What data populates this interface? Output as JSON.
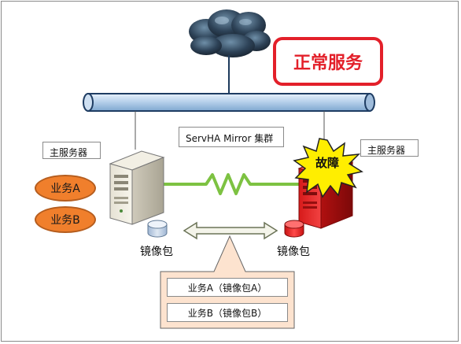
{
  "status_text": "正常服务",
  "cluster_label": "ServHA Mirror 集群",
  "left_server_label": "主服务器",
  "right_server_label": "主服务器",
  "fault_label": "故障",
  "services": [
    "业务A",
    "业务B"
  ],
  "left_disk_label": "镜像包",
  "right_disk_label": "镜像包",
  "mirror_items": [
    "业务A（镜像包A）",
    "业务B（镜像包B）"
  ],
  "icons": [
    "cloud-icon",
    "network-bus-icon",
    "server-icon",
    "failed-server-icon",
    "fault-burst-icon",
    "disk-icon",
    "sync-arrow-icon",
    "heartbeat-link-icon"
  ],
  "colors": {
    "accent_red": "#e3202a",
    "service_orange": "#f07f2c",
    "heartbeat_green": "#7dc242",
    "callout_fill": "#fde3cf"
  }
}
